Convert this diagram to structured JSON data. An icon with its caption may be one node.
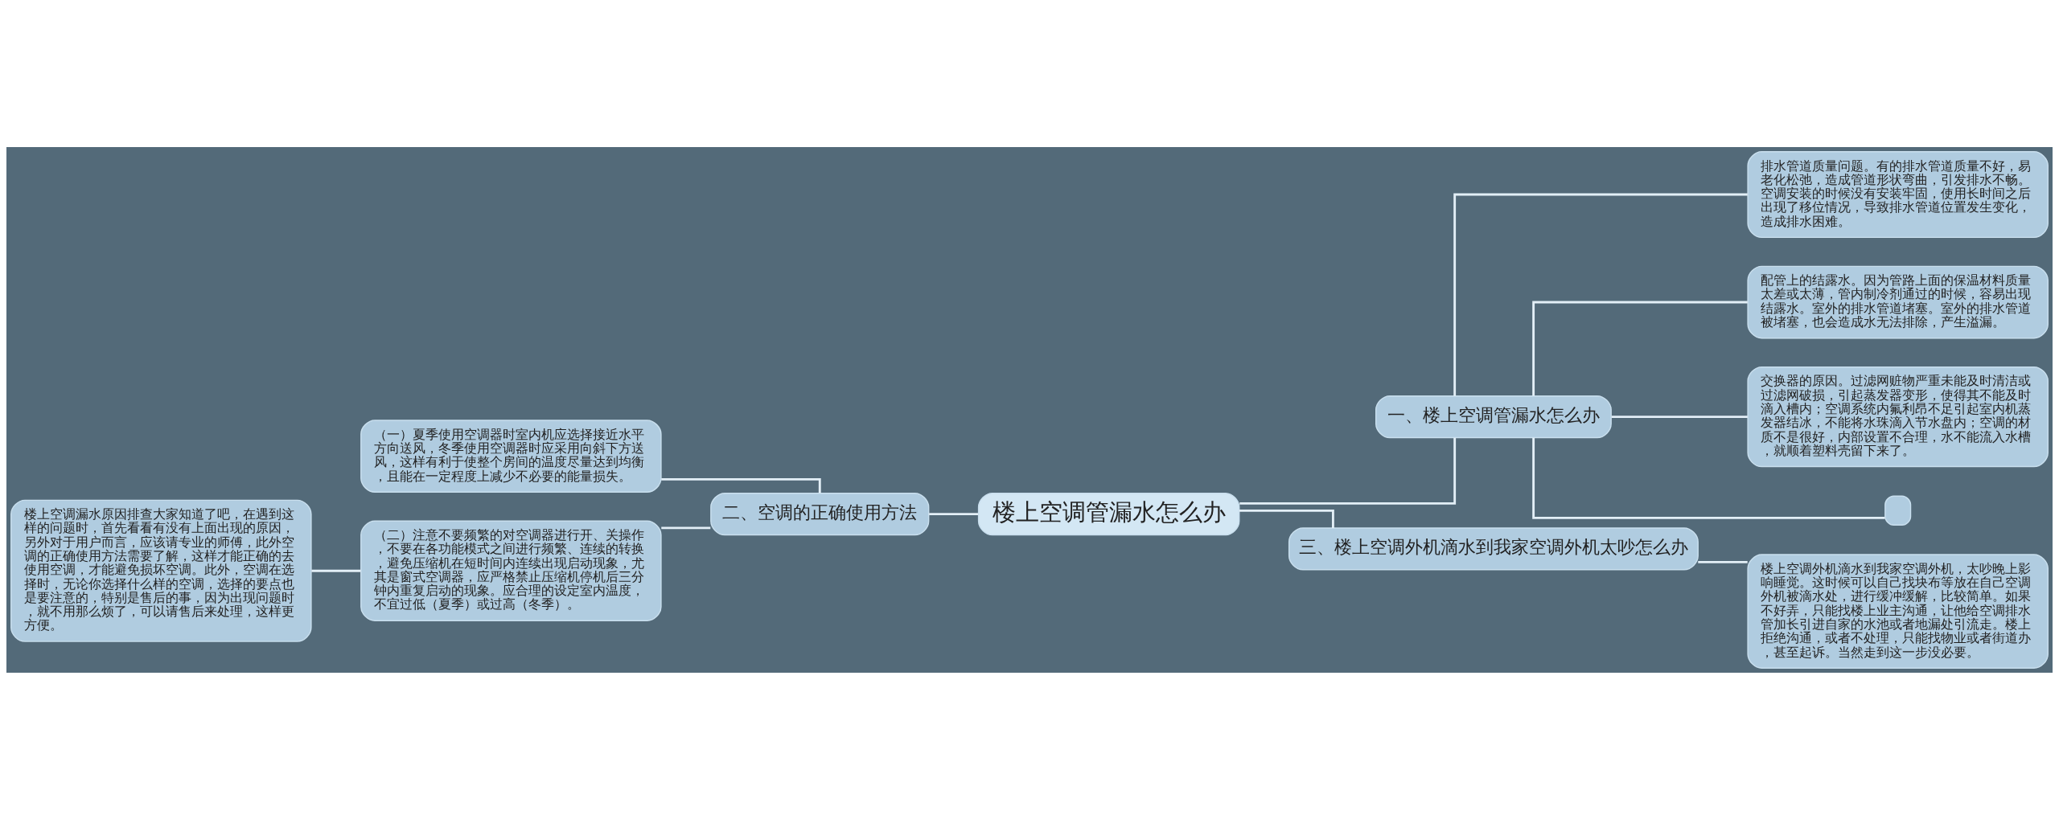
{
  "diagram": {
    "nodes": [
      {
        "text": [
          "楼上空调管漏水怎么办"
        ]
      },
      {
        "text": [
          "一、楼上空调管漏水怎么办"
        ]
      },
      {
        "text": [
          "排水管道质量问题。有的排水管道质量不好，易老化松弛，造成管道形状弯曲，引发排水不畅。空调安装的时候没有安装牢固，使用长时间之后出现了移位情况，导致排水管道位置发生变化，造成排水困难。"
        ]
      },
      {
        "text": [
          "配管上的结露水。因为管路上面的保温材料质量太差或太薄，管内制冷剂通过的时候，容易出现结露水。室外的排水管道堵塞。室外的排水管道被堵塞，也会造成水无法排除，产生溢漏。"
        ]
      },
      {
        "text": [
          "交换器的原因。过滤网赃物严重未能及时清洁或过滤网破损，引起蒸发器变形，使得其不能及时滴入槽内；空调系统内氟利昂不足引起室内机蒸发器结冰，不能将水珠滴入节水盘内；空调的材质不是很好，内部设置不合理，水不能流入水槽，就顺着塑料壳留下来了。"
        ]
      },
      {
        "text": [],
        "shape": "box"
      },
      {
        "text": [
          "三、楼上空调外机滴水到我家空调外机太吵怎么办"
        ]
      },
      {
        "text": [
          "楼上空调外机滴水到我家空调外机，太吵晚上影响睡觉。这时候可以自己找块布等放在自己空调外机被滴水处，进行缓冲缓解，比较简单。如果不好弄，只能找楼上业主沟通，让他给空调排水管加长引进自家的水池或者地漏处引流走。楼上拒绝沟通，或者不处理，只能找物业或者街道办，甚至起诉。当然走到这一步没必要。"
        ]
      },
      {
        "text": [
          "二、空调的正确使用方法"
        ]
      },
      {
        "text": [
          "（一）夏季使用空调器时室内机应选择接近水平方向送风，冬季使用空调器时应采用向斜下方送风，这样有利于使整个房间的温度尽量达到均衡，且能在一定程度上减少不必要的能量损失。"
        ]
      },
      {
        "text": [
          "（二）注意不要频繁的对空调器进行开、关操作，不要在各功能模式之间进行频繁、连续的转换，避免压缩机在短时间内连续出现启动现象，尤其是窗式空调器，应严格禁止压缩机停机后三分钟内重复启动的现象。应合理的设定室内温度，不宜过低（夏季）或过高（冬季）。"
        ]
      },
      {
        "text": [
          "楼上空调漏水原因排查大家知道了吧，在遇到这样的问题时，首先看看有没有上面出现的原因，另外对于用户而言，应该请专业的师傅，此外空调的正确使用方法需要了解，这样才能正确的去使用空调，才能避免损坏空调。此外，空调在选择时，无论你选择什么样的空调，选择的要点也是要注意的，特别是售后的事，因为出现问题时，就不用那么烦了，可以请售后来处理，这样更方便。"
        ]
      }
    ],
    "edges": [
      {
        "from": 0,
        "to": 1,
        "arrow": "none"
      },
      {
        "from": 1,
        "to": 2,
        "arrow": "none"
      },
      {
        "from": 1,
        "to": 3,
        "arrow": "none"
      },
      {
        "from": 1,
        "to": 4,
        "arrow": "none"
      },
      {
        "from": 1,
        "to": 5,
        "arrow": "none"
      },
      {
        "from": 0,
        "to": 6,
        "arrow": "none"
      },
      {
        "from": 6,
        "to": 7,
        "arrow": "none"
      },
      {
        "from": 8,
        "to": 0,
        "arrow": "none"
      },
      {
        "from": 9,
        "to": 8,
        "arrow": "none"
      },
      {
        "from": 10,
        "to": 8,
        "arrow": "none"
      },
      {
        "from": 11,
        "to": 10,
        "arrow": "none"
      }
    ]
  }
}
